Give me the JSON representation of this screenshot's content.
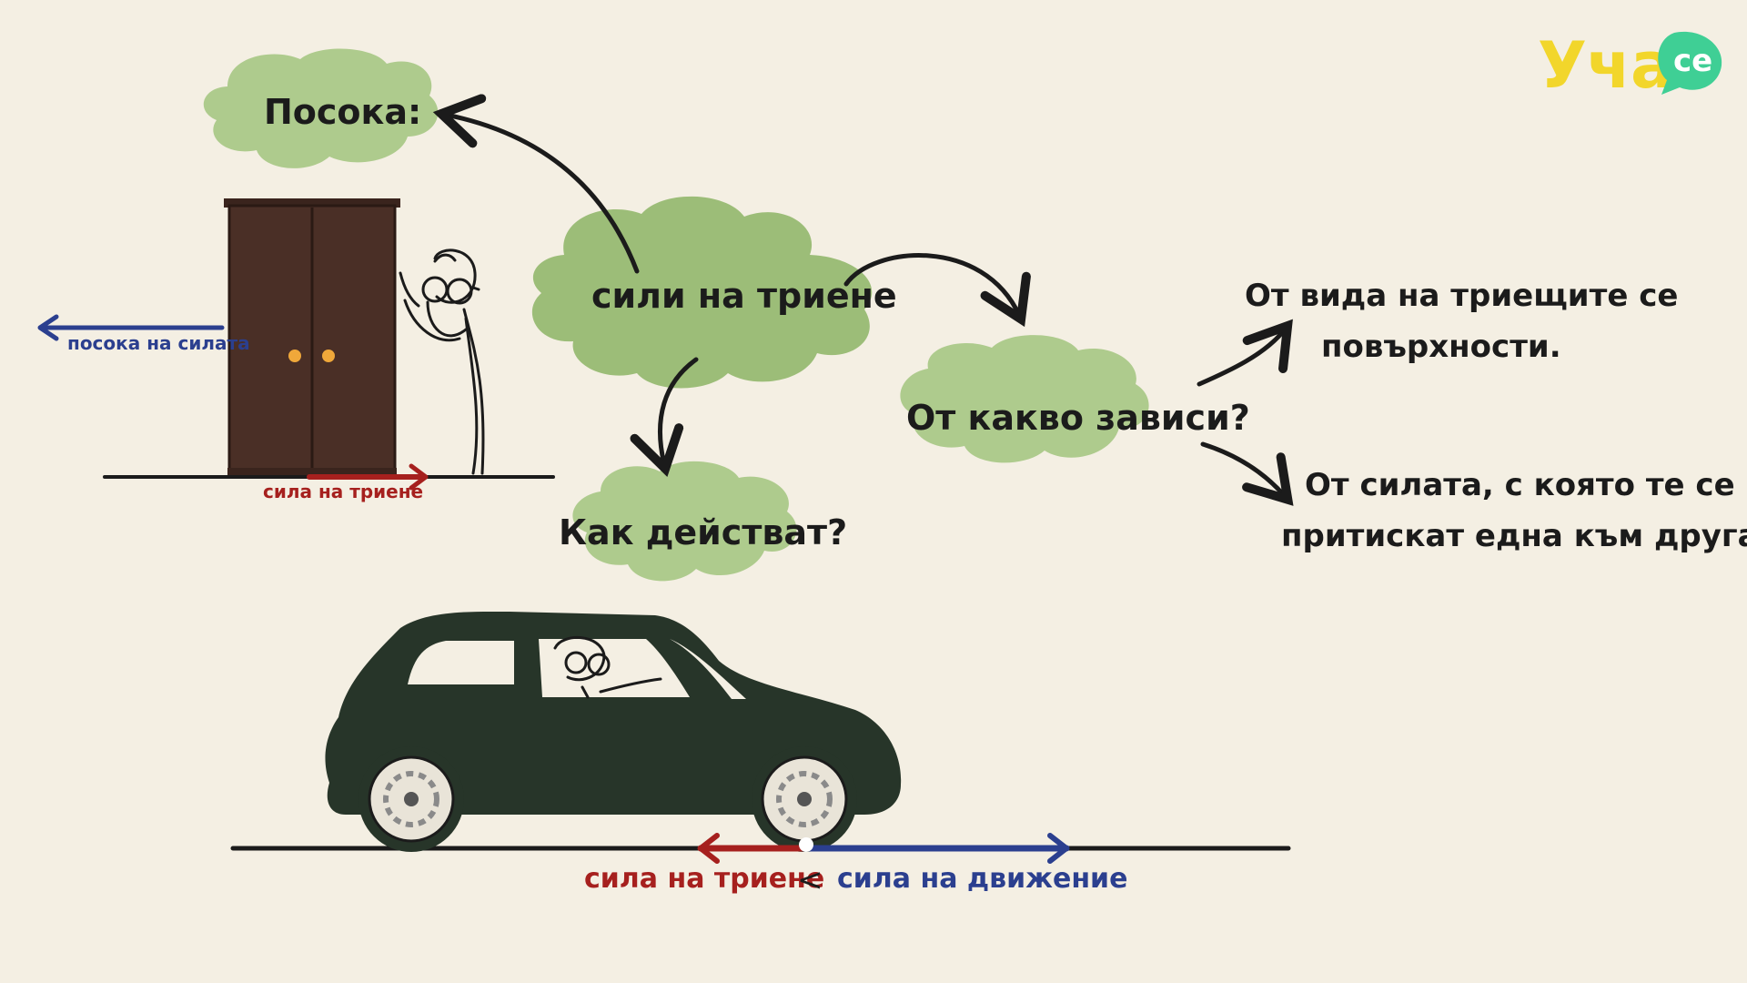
{
  "logo": {
    "text": "Уча",
    "badge": "се",
    "yellow": "#f2d62b",
    "green": "#3fcf95"
  },
  "clouds": {
    "main": "сили на триене",
    "direction": "Посока:",
    "how": "Как действат?",
    "depends": "От какво зависи?"
  },
  "notes": {
    "surfaces_line1": "От вида на триещите се",
    "surfaces_line2": "повърхности.",
    "pressure_line1": "От силата, с която те се",
    "pressure_line2": "притискат една към друга."
  },
  "wardrobe": {
    "force_direction_label": "посока на силата",
    "friction_label": "сила на триене"
  },
  "car": {
    "friction_label": "сила на триене",
    "comparison": "<",
    "motion_label": "сила на движение"
  },
  "colors": {
    "background": "#f4efe3",
    "cloud": "#9cbd78",
    "cloud_light": "#aecb8d",
    "friction_red": "#a6201e",
    "motion_blue": "#2b3f8f",
    "car": "#273529",
    "wardrobe": "#4a2f26"
  }
}
